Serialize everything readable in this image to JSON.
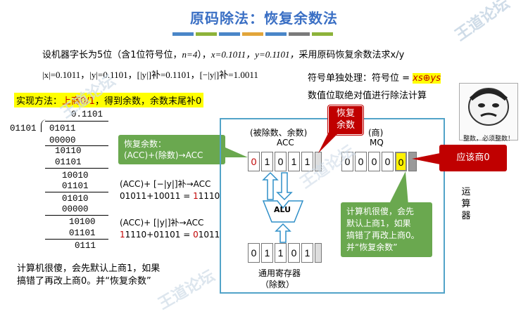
{
  "title": "原码除法：恢复余数法",
  "stripe_colors": [
    "#4a86c8",
    "#8db33a",
    "#4a86c8",
    "#e2a53a",
    "#4a86c8",
    "#7a7a7a",
    "#8db33a"
  ],
  "intro": {
    "line1_pre": "设机器字长为5位（含1位符号位，",
    "line1_n": "n=4",
    "line1_mid": "），",
    "line1_x": "x=0.1011，",
    "line1_y": "y=0.1101，",
    "line1_post": "采用原码恢复余数法求x/y",
    "line2": "|x|=0.1011，|y|=0.1101，[|y|]补=0.1101，[−|y|]补=1.0011"
  },
  "sign": {
    "label": "符号单独处理：符号位 =",
    "formula": "xs⊕ys",
    "abs_note": "数值位取绝对值进行除法计算"
  },
  "method": {
    "prefix": "实现方法：",
    "highlight": "上商0/1",
    "suffix": "，得到余数，余数末尾补0"
  },
  "division": {
    "quotient": "0.1101",
    "divisor": "01101",
    "rows": [
      "01011",
      "00000",
      "10110",
      "01101",
      "10010",
      "01101",
      "01010",
      "00000",
      "10100",
      "01101",
      "0111"
    ]
  },
  "restore_note": {
    "title": "恢复余数：",
    "formula": "(ACC)+(除数)→ACC"
  },
  "op1": {
    "line1": "(ACC)+ [−|y|]补→ACC",
    "line2_pre": "01011+10011 = ",
    "line2_red": "1",
    "line2_post": "1110"
  },
  "op2": {
    "line1": "(ACC)+ [|y|]补→ACC",
    "line2_red": "1",
    "line2_mid": "1110+01101 = ",
    "line2_red2": "0",
    "line2_post": "1011"
  },
  "bottom_note": {
    "line1": "计算机很傻，会先默认上商1，如果",
    "line2": "搞错了再改上商0。并“恢复余数”"
  },
  "cpu": {
    "acc_header": "(被除数、余数)",
    "acc_label": "ACC",
    "acc_bits": [
      "0",
      "1",
      "0",
      "1",
      "1"
    ],
    "mq_header": "(商)",
    "mq_label": "MQ",
    "mq_bits": [
      "0",
      "0",
      "0",
      "0",
      "0"
    ],
    "alu": "ALU",
    "reg_bits": [
      "0",
      "1",
      "1",
      "0",
      "1"
    ],
    "reg_label": "通用寄存器",
    "reg_sub": "（除数）",
    "unit_label": "运算器"
  },
  "restore_badge": {
    "line1": "恢复",
    "line2": "余数"
  },
  "should_quotient": "应该商0",
  "computer_note": {
    "l1": "计算机很傻，会先",
    "l2": "默认上商1，如果",
    "l3": "搞错了再改上商0。",
    "l4": "并“恢复余数”"
  },
  "meme_caption": "整数，必须整数！",
  "watermark": "王道论坛"
}
